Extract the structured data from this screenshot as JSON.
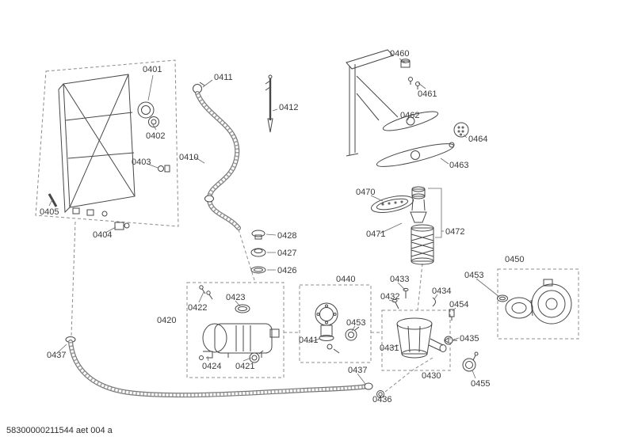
{
  "document": {
    "code": "58300000211544 aet 004 a"
  },
  "colors": {
    "line": "#474747",
    "dashed": "#8c8c8c",
    "label": "#3a3a3a",
    "background": "#ffffff"
  },
  "callouts": {
    "c0401": "0401",
    "c0402": "0402",
    "c0403": "0403",
    "c0404": "0404",
    "c0405": "0405",
    "c0410": "0410",
    "c0411": "0411",
    "c0412": "0412",
    "c0420": "0420",
    "c0421": "0421",
    "c0422": "0422",
    "c0423": "0423",
    "c0424": "0424",
    "c0426": "0426",
    "c0427": "0427",
    "c0428": "0428",
    "c0430": "0430",
    "c0431": "0431",
    "c0432": "0432",
    "c0433": "0433",
    "c0434": "0434",
    "c0435": "0435",
    "c0436": "0436",
    "c0437_left": "0437",
    "c0437_mid": "0437",
    "c0440": "0440",
    "c0441": "0441",
    "c0450": "0450",
    "c0453_valve": "0453",
    "c0453_pump": "0453",
    "c0454": "0454",
    "c0455": "0455",
    "c0460": "0460",
    "c0461": "0461",
    "c0462": "0462",
    "c0463": "0463",
    "c0464": "0464",
    "c0470": "0470",
    "c0471": "0471",
    "c0472": "0472"
  }
}
